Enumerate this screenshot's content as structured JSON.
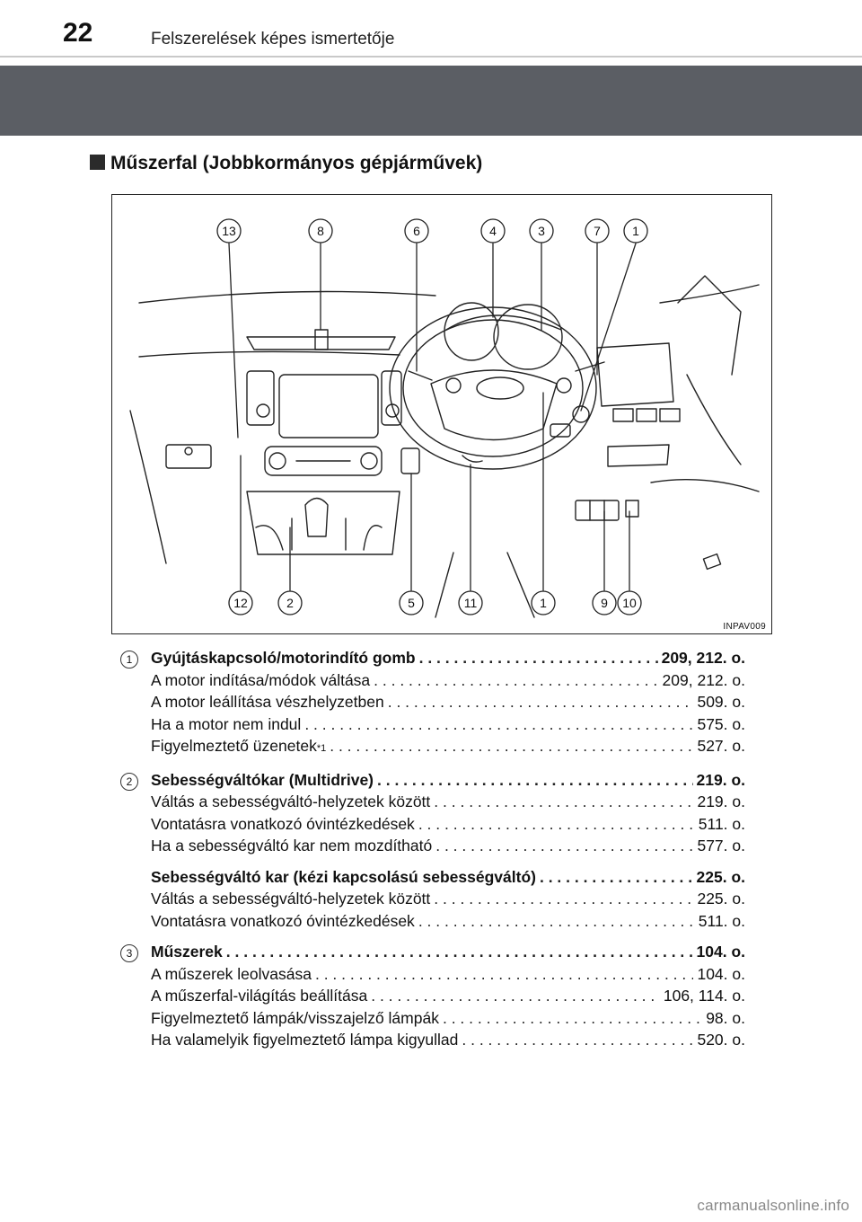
{
  "header": {
    "page_number": "22",
    "running_title": "Felszerelések képes ismertetője"
  },
  "section": {
    "title": "Műszerfal (Jobbkormányos gépjárművek)"
  },
  "figure": {
    "code": "INPAV009",
    "top_callouts": [
      "13",
      "8",
      "6",
      "4",
      "3",
      "7",
      "1"
    ],
    "bottom_callouts": [
      "12",
      "2",
      "5",
      "11",
      "1",
      "9",
      "10"
    ]
  },
  "entries": [
    {
      "num": "1",
      "head": {
        "text": "Gyújtáskapcsoló/motorindító gomb",
        "page": "209, 212. o."
      },
      "items": [
        {
          "text": "A motor indítása/módok váltása",
          "page": "209, 212. o."
        },
        {
          "text": "A motor leállítása vészhelyzetben",
          "page": "509. o."
        },
        {
          "text": "Ha a motor nem indul",
          "page": "575. o."
        },
        {
          "text": "Figyelmeztető üzenetek",
          "sup": "*1",
          "page": "527. o."
        }
      ]
    },
    {
      "num": "2",
      "head": {
        "text": "Sebességváltókar (Multidrive)",
        "page": "219. o."
      },
      "items": [
        {
          "text": "Váltás a sebességváltó-helyzetek között",
          "page": "219. o."
        },
        {
          "text": "Vontatásra vonatkozó óvintézkedések",
          "page": "511. o."
        },
        {
          "text": "Ha a sebességváltó kar nem mozdítható",
          "page": "577. o."
        }
      ],
      "head2": {
        "text": "Sebességváltó kar (kézi kapcsolású sebességváltó)",
        "page": "225. o."
      },
      "items2": [
        {
          "text": "Váltás a sebességváltó-helyzetek között",
          "page": "225. o."
        },
        {
          "text": "Vontatásra vonatkozó óvintézkedések",
          "page": "511. o."
        }
      ]
    },
    {
      "num": "3",
      "head": {
        "text": "Műszerek",
        "page": "104. o."
      },
      "items": [
        {
          "text": "A műszerek leolvasása",
          "page": "104. o."
        },
        {
          "text": "A műszerfal-világítás beállítása",
          "page": "106, 114. o."
        },
        {
          "text": "Figyelmeztető lámpák/visszajelző lámpák",
          "page": "98. o."
        },
        {
          "text": "Ha valamelyik figyelmeztető lámpa kigyullad",
          "page": "520. o."
        }
      ]
    }
  ],
  "watermark": "carmanualsonline.info"
}
